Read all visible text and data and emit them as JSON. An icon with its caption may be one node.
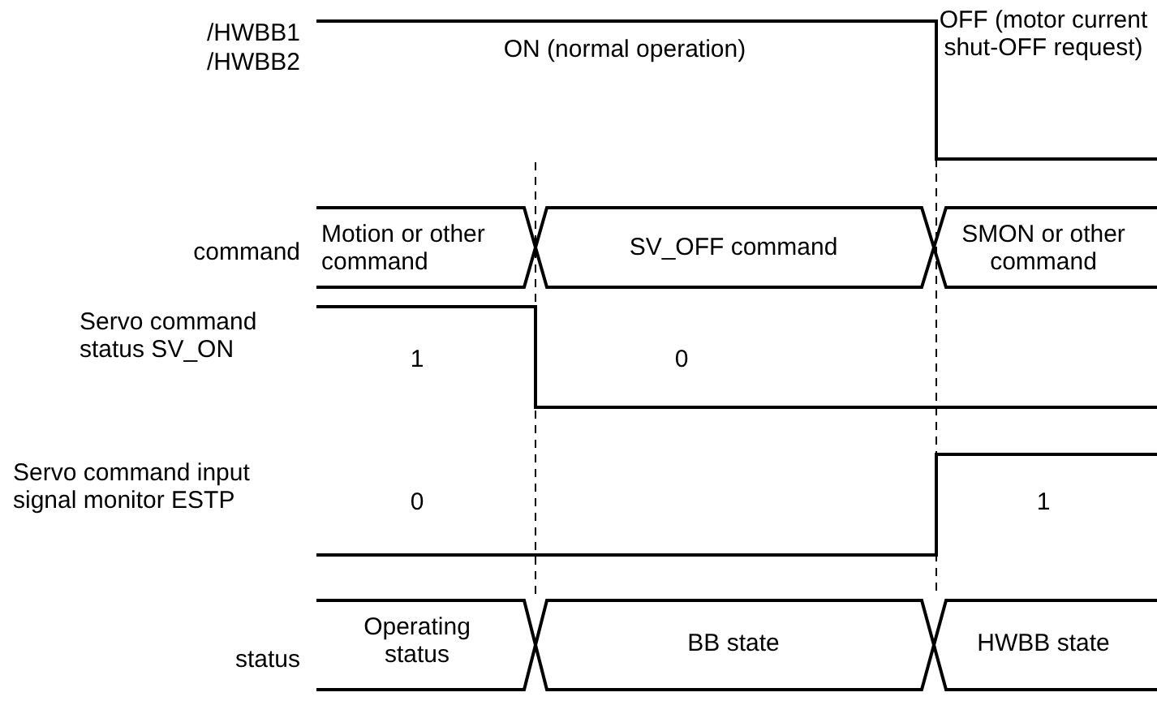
{
  "diagram": {
    "labels": [
      "/HWBB1",
      "/HWBB2",
      "ON (normal operation)",
      "OFF (motor current shut-OFF request)",
      "command",
      "Motion or other command",
      "SV_OFF command",
      "SMON or other command",
      "Servo command status SV_ON",
      "1",
      "0",
      "Servo command input signal monitor ESTP",
      "0",
      "1",
      "status",
      "Operating status",
      "BB state",
      "HWBB state"
    ]
  }
}
